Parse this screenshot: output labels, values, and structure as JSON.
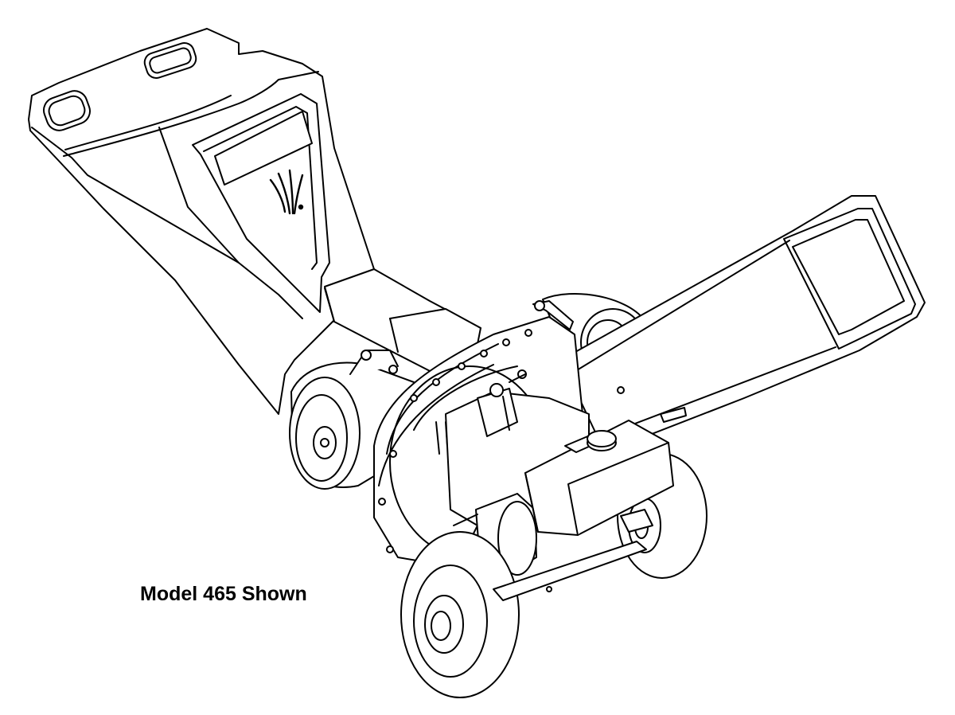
{
  "caption": "Model 465 Shown",
  "colors": {
    "line": "#000000",
    "background": "#ffffff"
  },
  "parts": [
    "hopper",
    "hopper-logo",
    "discharge-chute",
    "rotor-housing",
    "bearing-hub",
    "engine",
    "fuel-tank",
    "fuel-cap",
    "muffler",
    "rear-wheel",
    "front-wheel",
    "axle"
  ]
}
